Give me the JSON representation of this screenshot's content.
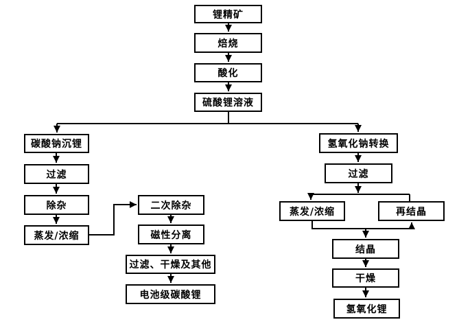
{
  "diagram": {
    "type": "flowchart",
    "background_color": "#ffffff",
    "box_fill_color": "#ffffff",
    "box_border_color": "#000000",
    "line_color": "#000000",
    "text_color": "#000000"
  },
  "nodes": {
    "lithium_concentrate": "锂精矿",
    "roasting": "焙烧",
    "acidification": "酸化",
    "lithium_sulfate_solution": "硫酸锂溶液",
    "soda_ash_precipitation": "碳酸钠沉锂",
    "filtration_left": "过滤",
    "impurity_removal": "除杂",
    "evaporation_left": "蒸发/浓缩",
    "secondary_impurity_removal": "二次除杂",
    "magnetic_separation": "磁性分离",
    "filtration_drying_others": "过滤、干燥及其他",
    "battery_grade_lithium_carbonate": "电池级碳酸锂",
    "naoh_conversion": "氢氧化钠转换",
    "filtration_right": "过滤",
    "evaporation_right": "蒸发/浓缩",
    "recrystallization": "再结晶",
    "crystallization": "结晶",
    "drying": "干燥",
    "lithium_hydroxide": "氢氧化锂"
  },
  "edges": [
    {
      "from": "lithium_concentrate",
      "to": "roasting"
    },
    {
      "from": "roasting",
      "to": "acidification"
    },
    {
      "from": "acidification",
      "to": "lithium_sulfate_solution"
    },
    {
      "from": "lithium_sulfate_solution",
      "to": "soda_ash_precipitation"
    },
    {
      "from": "lithium_sulfate_solution",
      "to": "naoh_conversion"
    },
    {
      "from": "soda_ash_precipitation",
      "to": "filtration_left"
    },
    {
      "from": "filtration_left",
      "to": "impurity_removal"
    },
    {
      "from": "impurity_removal",
      "to": "evaporation_left"
    },
    {
      "from": "evaporation_left",
      "to": "secondary_impurity_removal"
    },
    {
      "from": "secondary_impurity_removal",
      "to": "magnetic_separation"
    },
    {
      "from": "magnetic_separation",
      "to": "filtration_drying_others"
    },
    {
      "from": "filtration_drying_others",
      "to": "battery_grade_lithium_carbonate"
    },
    {
      "from": "naoh_conversion",
      "to": "filtration_right"
    },
    {
      "from": "filtration_right",
      "to": "evaporation_right"
    },
    {
      "from": "recrystallization",
      "to": "evaporation_right"
    },
    {
      "from": "evaporation_right",
      "to": "crystallization"
    },
    {
      "from": "evaporation_right",
      "to": "recrystallization"
    },
    {
      "from": "crystallization",
      "to": "drying"
    },
    {
      "from": "drying",
      "to": "lithium_hydroxide"
    }
  ]
}
